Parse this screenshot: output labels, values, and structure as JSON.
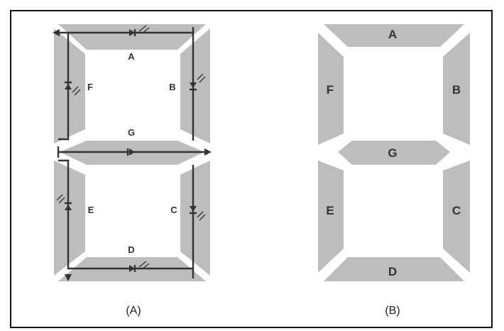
{
  "figure": {
    "panel_a": {
      "caption": "(A)",
      "segments": [
        {
          "id": "A",
          "label": "A"
        },
        {
          "id": "B",
          "label": "B"
        },
        {
          "id": "C",
          "label": "C"
        },
        {
          "id": "D",
          "label": "D"
        },
        {
          "id": "E",
          "label": "E"
        },
        {
          "id": "F",
          "label": "F"
        },
        {
          "id": "G",
          "label": "G"
        }
      ]
    },
    "panel_b": {
      "caption": "(B)",
      "segments": [
        {
          "id": "A",
          "label": "A"
        },
        {
          "id": "B",
          "label": "B"
        },
        {
          "id": "C",
          "label": "C"
        },
        {
          "id": "D",
          "label": "D"
        },
        {
          "id": "E",
          "label": "E"
        },
        {
          "id": "F",
          "label": "F"
        },
        {
          "id": "G",
          "label": "G"
        }
      ]
    }
  },
  "colors": {
    "segment_fill": "#bdbdbd",
    "wire": "#333333",
    "frame_border": "#111111"
  }
}
